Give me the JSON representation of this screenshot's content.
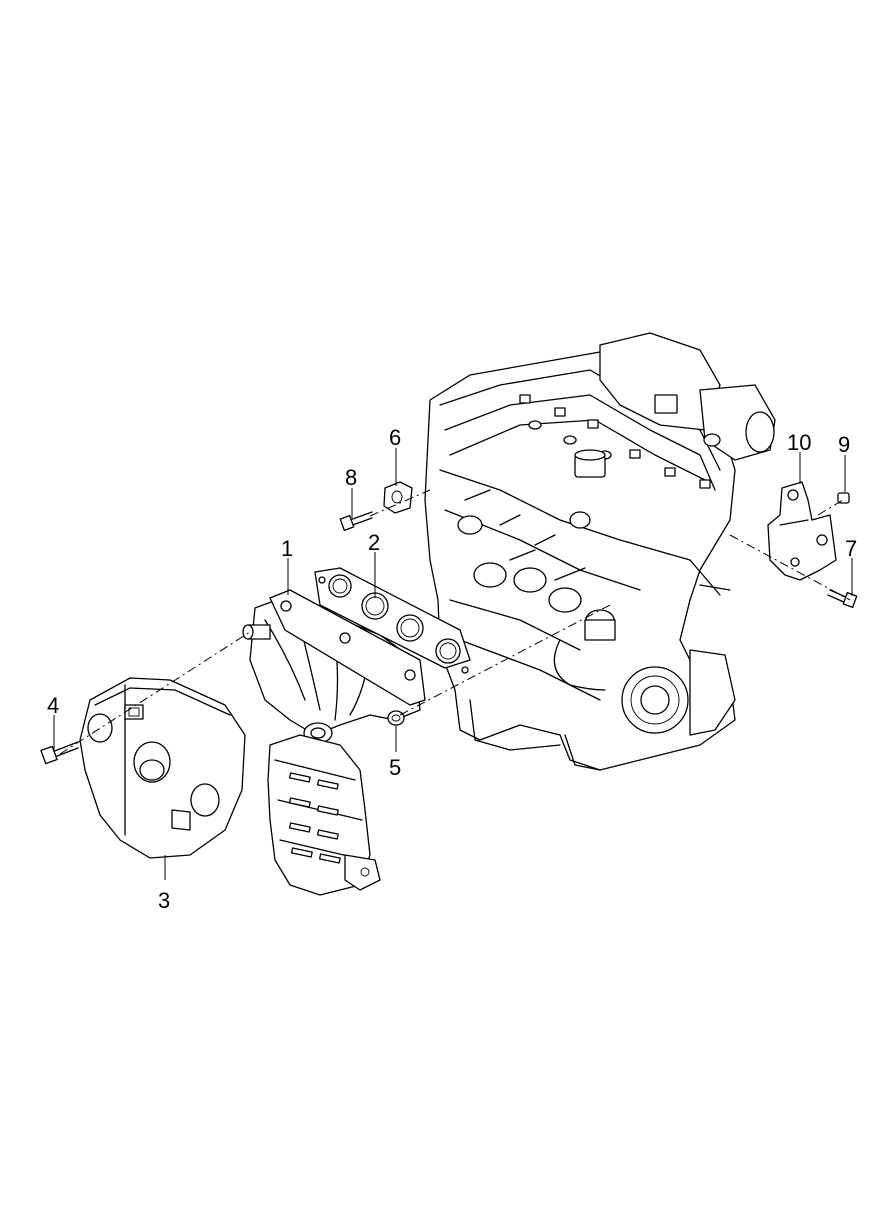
{
  "callouts": [
    {
      "label": "1",
      "part": "exhaust-manifold"
    },
    {
      "label": "2",
      "part": "manifold-gasket"
    },
    {
      "label": "3",
      "part": "heat-protector"
    },
    {
      "label": "4",
      "part": "bolt"
    },
    {
      "label": "5",
      "part": "nut"
    },
    {
      "label": "6",
      "part": "gasket"
    },
    {
      "label": "7",
      "part": "bolt"
    },
    {
      "label": "8",
      "part": "bolt"
    },
    {
      "label": "9",
      "part": "nut"
    },
    {
      "label": "10",
      "part": "bracket"
    }
  ]
}
